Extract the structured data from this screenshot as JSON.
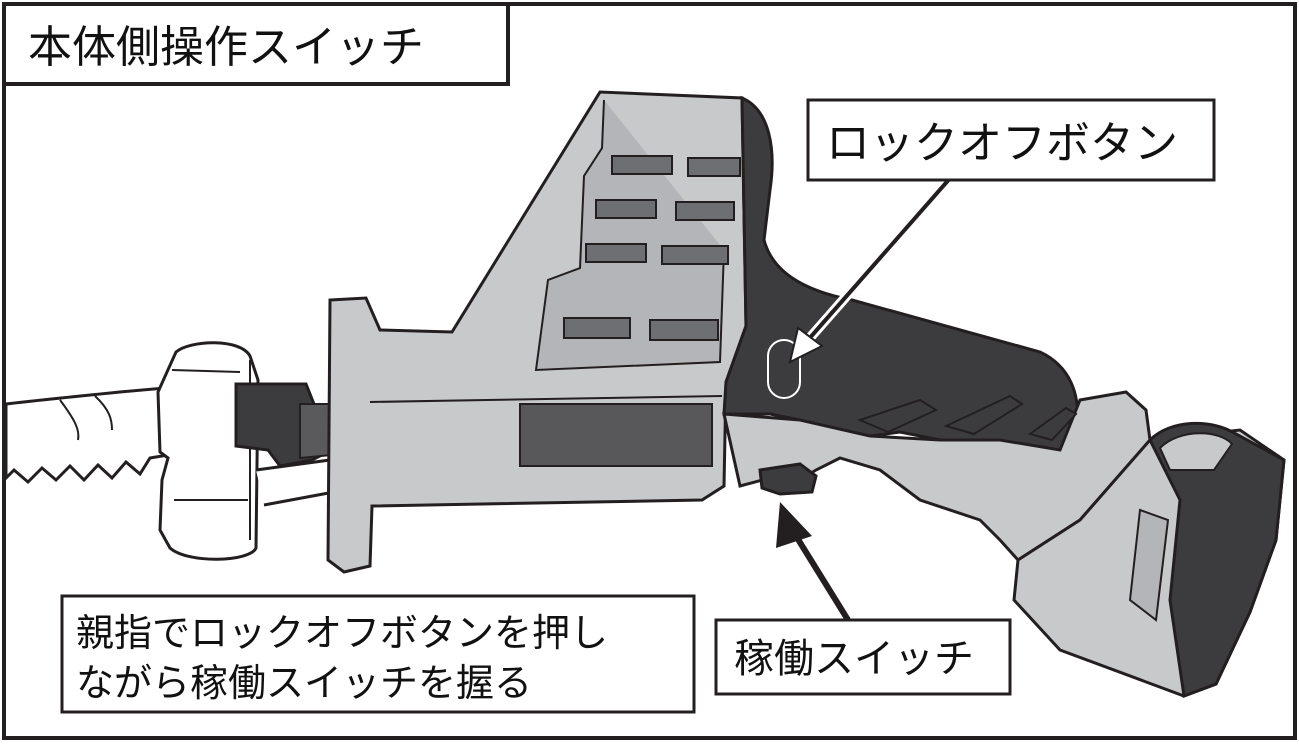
{
  "title": "本体側操作スイッチ",
  "callouts": {
    "lock_off_button": "ロックオフボタン",
    "operation_switch": "稼働スイッチ",
    "instruction_line1": "親指でロックオフボタンを押し",
    "instruction_line2": "ながら稼働スイッチを握る"
  },
  "colors": {
    "frame": "#231f20",
    "body_light": "#c8c9cb",
    "body_mid": "#b4b5b8",
    "body_dark": "#3c3c3e",
    "slot": "#6e6f72",
    "blade": "#ffffff"
  }
}
